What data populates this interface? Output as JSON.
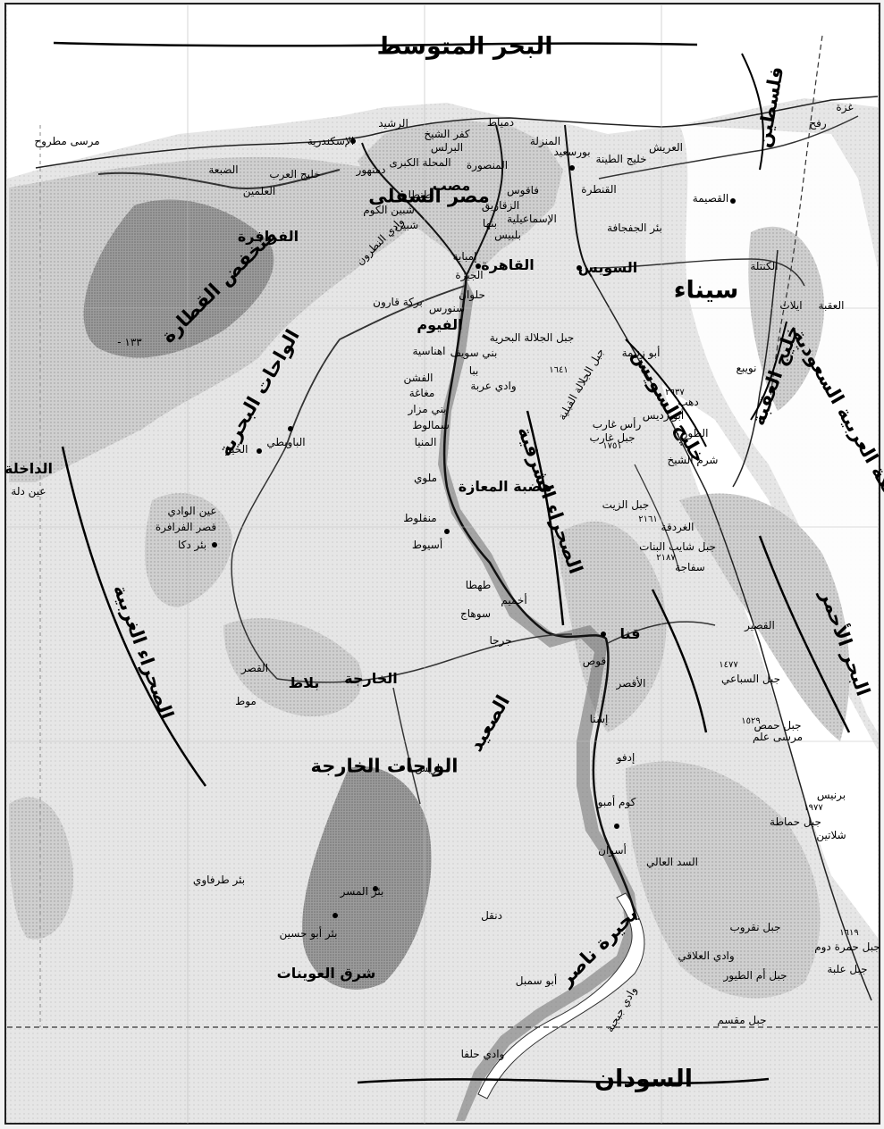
{
  "seas": {
    "mediterranean": "البحر المتوسط",
    "red_sea": "البحر الأحمر",
    "suez_gulf": "خليج السويس",
    "aqaba_gulf": "خليج العقبة",
    "nasser_lake": "بحيرة ناصر"
  },
  "countries": {
    "sudan": "السودان",
    "saudi": "المملكة العربية السعودية",
    "palestine": "فلسطين"
  },
  "regions": {
    "sinai": "سيناء",
    "western_desert": "الصحراء الغربية",
    "eastern_desert": "الصحراء الشرقية",
    "upper_egypt": "الصعيد",
    "lower_egypt": "مصر السفلى",
    "qattara": "منخفض القطارة",
    "bahariya": "الواحات البحرية",
    "farafra": "الفرافرة",
    "kharga_oases": "الواحات الخارجة",
    "dakhla": "الداخلة",
    "maaza": "هضبة المعازة",
    "fayoum": "الفيوم",
    "qattara_depth": "١٣٣ -",
    "nile_delta": "مصب",
    "ein": "عين دلة"
  },
  "cities": {
    "cairo": "القاهرة",
    "giza": "الجيزة",
    "alexandria": "الإسكندرية",
    "rashid": "الرشيد",
    "damietta": "دمياط",
    "port_said": "بورسعيد",
    "ismailia": "الإسماعيلية",
    "suez": "السويس",
    "mansoura": "المنصورة",
    "tanta": "طنطا",
    "zagazig": "الزقازيق",
    "banha": "بنها",
    "shebin": "شبين الكوم",
    "mahalla": "المحلة الكبرى",
    "damanhur": "دمنهور",
    "helwan": "حلوان",
    "beni_suef": "بني سويف",
    "minya": "المنيا",
    "mallawi": "ملوي",
    "manfalut": "منفلوط",
    "assiut": "أسيوط",
    "tahta": "طهطا",
    "sohag": "سوهاج",
    "girga": "جرجا",
    "akhmim": "أخميم",
    "qena": "قنا",
    "qus": "قوص",
    "luxor": "الأقصر",
    "esna": "إسنا",
    "edfu": "إدفو",
    "kom_ombo": "كوم أمبو",
    "aswan": "أسوان",
    "high_dam": "السد العالي",
    "abu_simbel": "أبو سمبل",
    "wadi_halfa": "وادي حلفا",
    "hurghada": "الغردقة",
    "safaga": "سفاجة",
    "qusseir": "القصير",
    "marsa_matruh": "مرسى مطروح",
    "alamein": "العلمين",
    "dabaa": "الضبعة",
    "arish": "العريش",
    "qantara": "القنطرة",
    "aqaba": "العقبة",
    "eilat": "ايلات",
    "nuweiba": "نويبع",
    "dahab": "دهب",
    "sharm": "شرم الشيخ",
    "tur": "الطور",
    "abu_zenima": "أبو زنيمة",
    "abu_rudeis": "أبو رديس",
    "ras_gharib": "رأس غارب",
    "kharga": "الخارجة",
    "bawiti": "الباويطي",
    "mut": "موط",
    "qasr": "القصر",
    "balat": "بلاط",
    "baris": "باريس",
    "maghagha": "مغاغة",
    "beni_mazar": "بني مزار",
    "samalut": "سمالوط",
    "fashn": "الفشن",
    "beba": "ببا",
    "ihnasia": "اهناسية",
    "sinnuris": "سنورس",
    "qarun": "بركة قارون",
    "embaba": "إمبابة",
    "faqus": "فاقوس",
    "bilbeis": "بلبيس",
    "shubra": "شبين",
    "kafr": "كفر الشيخ",
    "quseima": "القصيمة",
    "kuntilla": "الكنتلة",
    "gaza": "غزة",
    "rafah": "رفح",
    "bir_hasana": "بئر الجفجافة",
    "ein_wadi": "عين الوادي",
    "qasr_farafra": "قصر الفرافرة",
    "bir_dakhla": "بئر دكا",
    "hayz": "الحيز",
    "dunqul": "دنقل",
    "bir_misaha": "بئر المسر",
    "bir_abu_husein": "بئر أبو حسين",
    "sharq_oweinat": "شرق العوينات",
    "bir_tarfawi": "بئر طرفاوي",
    "marsa_alam": "مرسى علم",
    "berenice": "برنيس",
    "shalatin": "شلاتين",
    "elba": "جبل علبة",
    "hamata": "جبل حماطة",
    "nuqrus": "جبل نقروب",
    "um_tuyur": "جبل أم الطيور",
    "muqassam": "جبل مقسم",
    "hamra": "جبل حمرة دوم",
    "gharib": "جبل غارب",
    "zeit": "جبل الزيت",
    "shayib": "جبل شايب البنات",
    "sibai": "جبل السباعي",
    "hamata2": "جبل حمص",
    "galala_n": "جبل الجلالة البحرية",
    "galala_s": "جبل الجلالة القبلية",
    "wadi_araba": "وادي عربة",
    "wadi_allaqi": "وادي العلاقي",
    "wadi_gabgaba": "وادي جبجبة",
    "wadi_natrun": "وادي النطرون",
    "khalij_arab": "خليج العرب",
    "tina": "خليج الطينة",
    "manzala": "المنزلة",
    "burullus": "البرلس",
    "tur_elev": "٢٦٣٧",
    "elev_2187": "٢١٨٧",
    "elev_1977": "١٩٧٧",
    "elev_1529": "١٥٢٩",
    "elev_1477": "١٤٧٧",
    "elev_1619": "١٦١٩",
    "elev_1641": "١٦٤١",
    "elev_1751": "١٧٥١",
    "elev_2161": "٢١٦١"
  }
}
